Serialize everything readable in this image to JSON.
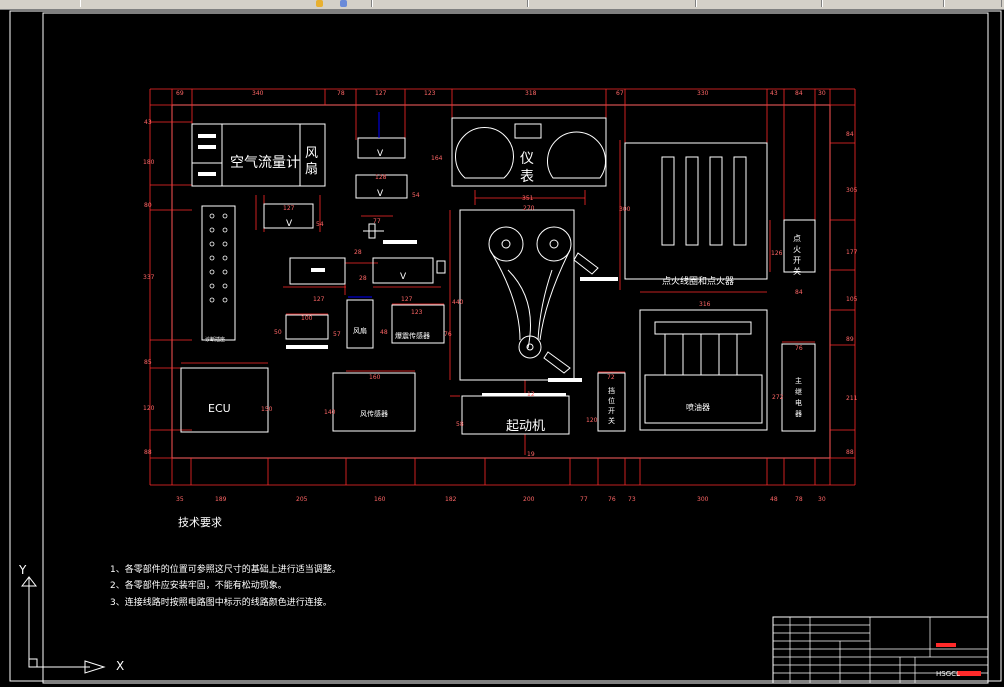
{
  "taskbar": {
    "segments": 7
  },
  "drawing": {
    "components": {
      "air_flow_meter": "空气流量计",
      "fan_top": "风\n扇",
      "gauge": "仪\n表",
      "ignition_coil": "点火线圈和点火器",
      "ignition_switch": "点\n火\n开\n关",
      "diag_socket": "诊断插座",
      "ecu": "ECU",
      "fan_sensor": "风扇",
      "knock_sensor": "爆震传感器",
      "speed_sensor": "风传感器",
      "starter": "起动机",
      "gear_switch": "挡\n位\n开\n关",
      "injector": "喷油器",
      "main_relay": "主\n继\n电\n器",
      "v_label": "V"
    },
    "dims_top": [
      "69",
      "340",
      "78",
      "127",
      "123",
      "318",
      "67",
      "330",
      "43",
      "84",
      "30"
    ],
    "dims_bottom": [
      "35",
      "189",
      "205",
      "160",
      "182",
      "200",
      "77",
      "76",
      "73",
      "300",
      "48",
      "78",
      "30"
    ],
    "dims_left": [
      "43",
      "180",
      "80",
      "337",
      "85",
      "120",
      "88"
    ],
    "dims_right": [
      "84",
      "305",
      "177",
      "105",
      "89",
      "211",
      "88"
    ],
    "dims_inner": [
      "164",
      "351",
      "270",
      "440",
      "300",
      "126",
      "84",
      "316",
      "127",
      "54",
      "128",
      "54",
      "77",
      "28",
      "127",
      "28",
      "127",
      "48",
      "123",
      "76",
      "100",
      "57",
      "50",
      "160",
      "140",
      "150",
      "72",
      "120",
      "58",
      "12",
      "19",
      "76",
      "272"
    ],
    "notes": {
      "title": "技术要求",
      "items": [
        "1、各零部件的位置可参照这尺寸的基础上进行适当调整。",
        "2、各零部件应安装牢固，不能有松动现象。",
        "3、连接线路时按照电路图中标示的线路颜色进行连接。"
      ]
    },
    "title_block": {
      "code": "HSGCL"
    },
    "ucs": {
      "y": "Y",
      "x": "X"
    }
  },
  "colors": {
    "bg": "#000000",
    "line": "#ffffff",
    "dim": "#ff3333",
    "accent": "#0000ff"
  }
}
